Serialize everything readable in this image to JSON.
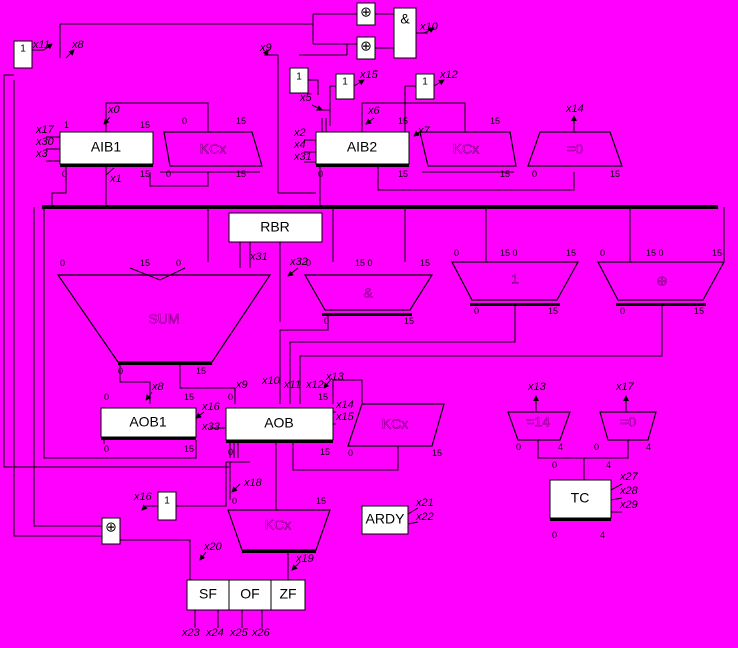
{
  "registers": {
    "aib1": "AIB1",
    "aib2": "AIB2",
    "rbr": "RBR",
    "aob1": "AOB1",
    "aob": "AOB",
    "tc": "TC",
    "ardy": "ARDY",
    "sf": "SF",
    "of": "OF",
    "zf": "ZF"
  },
  "units": {
    "kcx": "KCx",
    "zero": "=0",
    "sum": "SUM",
    "and": "&",
    "one": "1",
    "xor": "⊕",
    "eq14": "=14"
  },
  "gates": {
    "and_gate": "&",
    "xor_symbol": "⊕",
    "one": "1"
  },
  "bit_labels": {
    "zero": "0",
    "fifteen": "15",
    "one": "1",
    "four": "4",
    "fifteen_zero": "15 0"
  },
  "signals": {
    "x0": "x0",
    "x1": "x1",
    "x2": "x2",
    "x3": "x3",
    "x4": "x4",
    "x5": "x5",
    "x6": "x6",
    "x7": "x7",
    "x8": "x8",
    "x9": "x9",
    "x10": "x10",
    "x11": "x11",
    "x12": "x12",
    "x13": "x13",
    "x14": "x14",
    "x15": "x15",
    "x16": "x16",
    "x17": "x17",
    "x18": "x18",
    "x19": "x19",
    "x20": "x20",
    "x21": "x21",
    "x22": "x22",
    "x23": "x23",
    "x24": "x24",
    "x25": "x25",
    "x26": "x26",
    "x27": "x27",
    "x28": "x28",
    "x29": "x29",
    "x30": "x30",
    "x31": "x31",
    "x32": "x32",
    "x33": "x33"
  },
  "colors": {
    "background": "#ff00ff",
    "line": "#000000",
    "box": "#ffffff"
  }
}
